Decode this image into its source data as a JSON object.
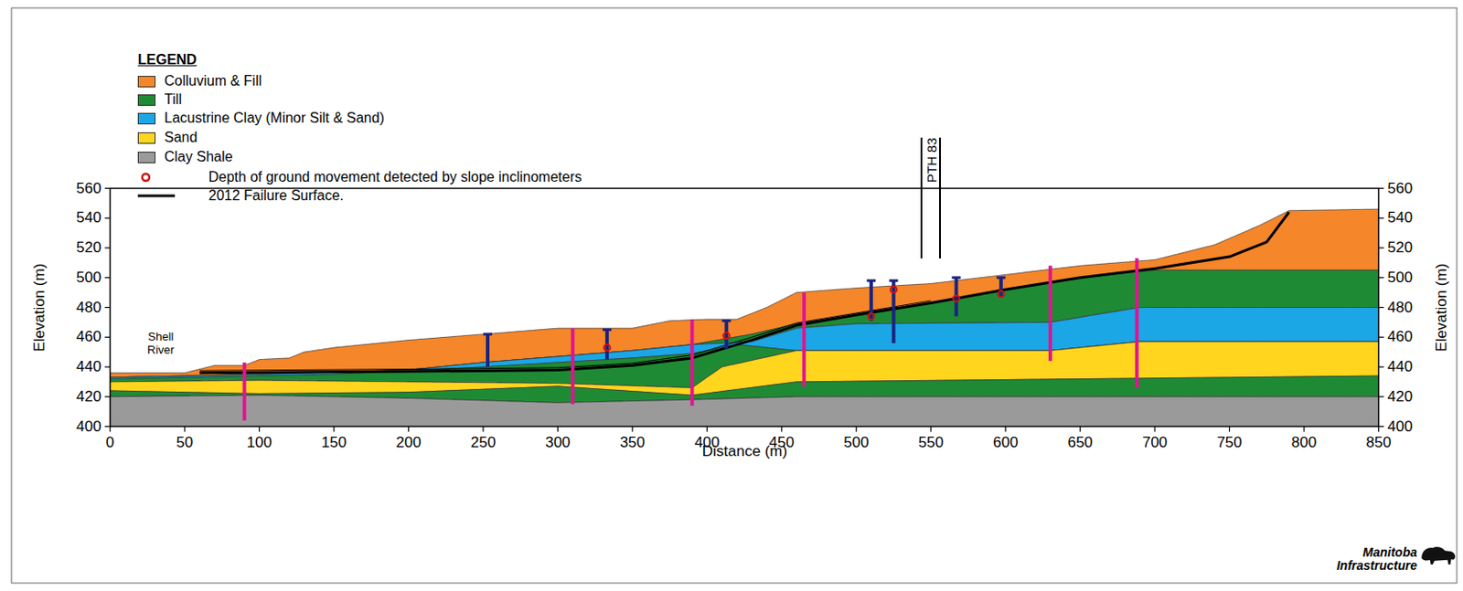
{
  "diagram": {
    "labels": [
      "LEGEND",
      "Shell River",
      "PTH 83",
      "Elevation (m)",
      "Elevation (m)",
      "Distance (m)",
      "560",
      "540",
      "520",
      "500",
      "480",
      "460",
      "440",
      "420",
      "400",
      "560",
      "540",
      "520",
      "500",
      "480",
      "460",
      "440",
      "420",
      "400",
      "0",
      "50",
      "100",
      "150",
      "200",
      "250",
      "300",
      "350",
      "400",
      "450",
      "500",
      "550",
      "600",
      "650",
      "700",
      "750",
      "800",
      "850",
      "Manitoba Infrastructure"
    ],
    "legend": [
      {
        "text": "Colluvium & Fill",
        "color": "#f5862a"
      },
      {
        "text": "Till",
        "color": "#1f8a34"
      },
      {
        "text": "Lacustrine Clay (Minor Silt & Sand)",
        "color": "#1ba6e6"
      },
      {
        "text": "Sand",
        "color": "#ffd51e"
      },
      {
        "text": "Clay Shale",
        "color": "#9a9a9a"
      },
      {
        "text": "Depth of ground movement detected by slope inclinometers"
      },
      {
        "text": "2012 Failure Surface."
      }
    ]
  }
}
